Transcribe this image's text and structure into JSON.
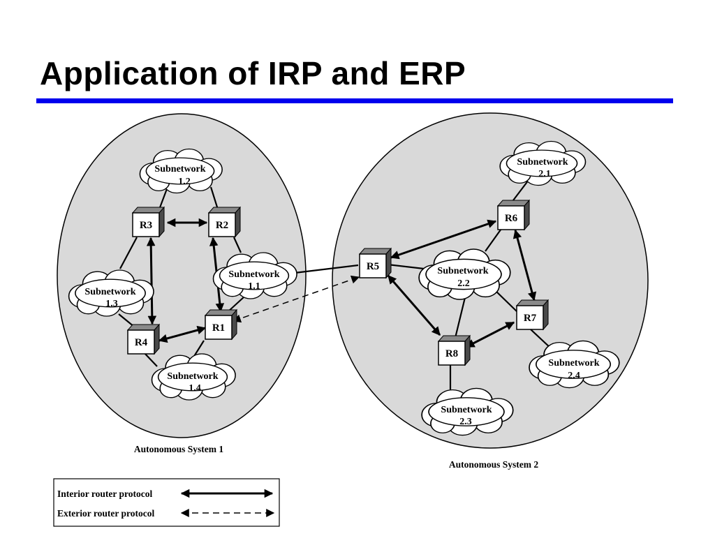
{
  "slide": {
    "title": "Application of IRP and ERP",
    "accent_color": "#0000ee"
  },
  "autonomous_systems": [
    {
      "id": "as1",
      "caption": "Autonomous System 1"
    },
    {
      "id": "as2",
      "caption": "Autonomous System 2"
    }
  ],
  "routers": [
    {
      "id": "R1",
      "label": "R1"
    },
    {
      "id": "R2",
      "label": "R2"
    },
    {
      "id": "R3",
      "label": "R3"
    },
    {
      "id": "R4",
      "label": "R4"
    },
    {
      "id": "R5",
      "label": "R5"
    },
    {
      "id": "R6",
      "label": "R6"
    },
    {
      "id": "R7",
      "label": "R7"
    },
    {
      "id": "R8",
      "label": "R8"
    }
  ],
  "subnetworks": [
    {
      "id": "sn12",
      "line1": "Subnetwork",
      "line2": "1.2"
    },
    {
      "id": "sn11",
      "line1": "Subnetwork",
      "line2": "1.1"
    },
    {
      "id": "sn13",
      "line1": "Subnetwork",
      "line2": "1.3"
    },
    {
      "id": "sn14",
      "line1": "Subnetwork",
      "line2": "1.4"
    },
    {
      "id": "sn21",
      "line1": "Subnetwork",
      "line2": "2.1"
    },
    {
      "id": "sn22",
      "line1": "Subnetwork",
      "line2": "2.2"
    },
    {
      "id": "sn24",
      "line1": "Subnetwork",
      "line2": "2.4"
    },
    {
      "id": "sn23",
      "line1": "Subnetwork",
      "line2": "2.3"
    }
  ],
  "legend": {
    "interior": "Interior router protocol",
    "exterior": "Exterior router protocol"
  }
}
